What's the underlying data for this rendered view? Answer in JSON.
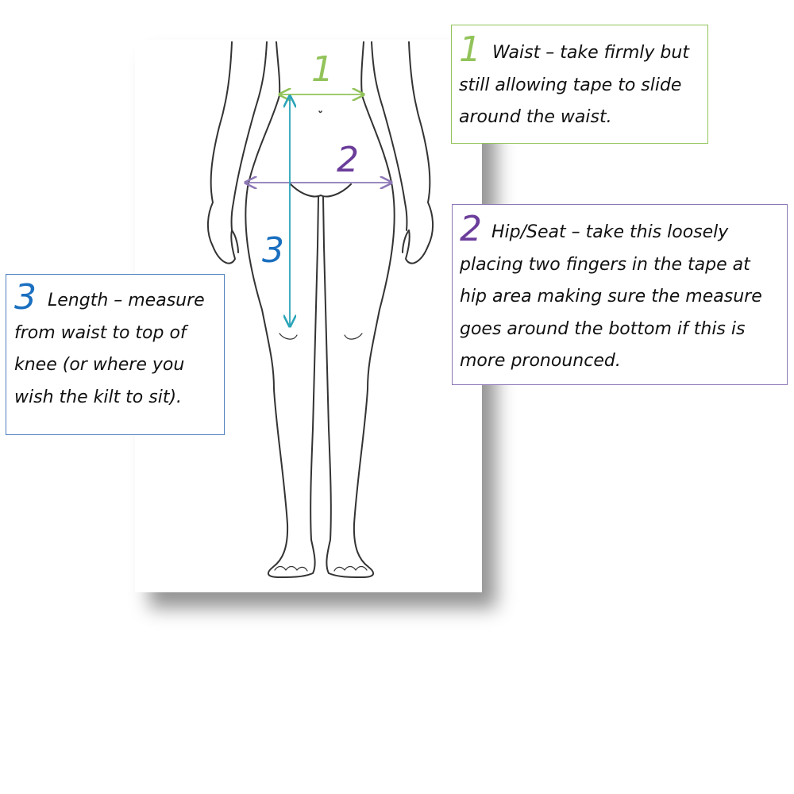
{
  "colors": {
    "waist": "#92c35a",
    "hip": "#6b3d9a",
    "hip_line": "#8d78b6",
    "length": "#1a6fbf",
    "length_line": "#2aa4b8"
  },
  "markers": {
    "waist_number": "1",
    "hip_number": "2",
    "length_number": "3"
  },
  "callouts": {
    "waist": {
      "number": "1",
      "text": "Waist – take firmly but still allowing tape to slide around the waist."
    },
    "hip": {
      "number": "2",
      "text": "Hip/Seat – take this loosely placing two fingers in the tape at hip area making sure the measure goes around the bottom if this is more pronounced."
    },
    "length": {
      "number": "3",
      "text": "Length – measure from waist to top of knee (or where you wish the kilt to sit)."
    }
  }
}
